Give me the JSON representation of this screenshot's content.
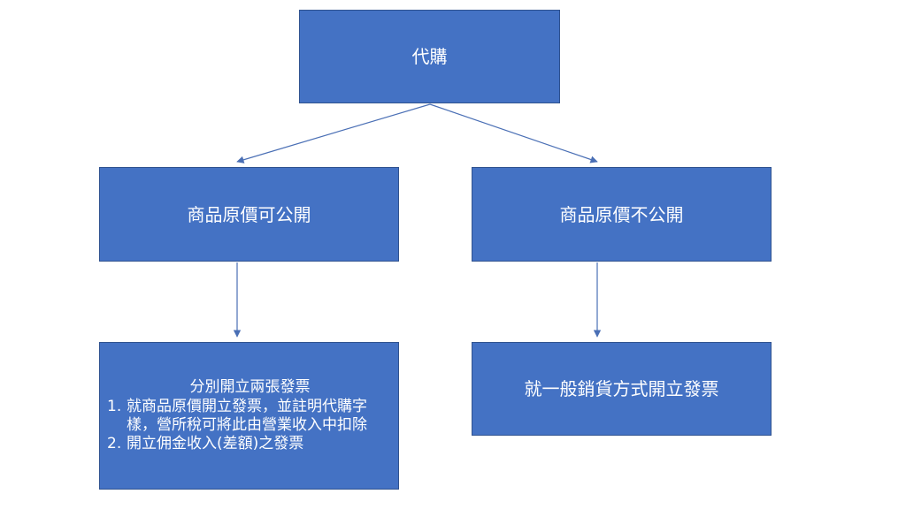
{
  "diagram": {
    "root": {
      "label": "代購"
    },
    "left": {
      "label": "商品原價可公開",
      "result": {
        "heading": "分別開立兩張發票",
        "items": [
          {
            "number": "1.",
            "text": "就商品原價開立發票，並註明代購字樣，營所稅可將此由營業收入中扣除"
          },
          {
            "number": "2.",
            "text": "開立佣金收入(差額)之發票"
          }
        ]
      }
    },
    "right": {
      "label": "商品原價不公開",
      "result": {
        "label": "就一般銷貨方式開立發票"
      }
    },
    "colors": {
      "box_fill": "#4472c4",
      "box_border": "#2f528f",
      "connector": "#4a6fb5",
      "text": "#ffffff"
    }
  }
}
